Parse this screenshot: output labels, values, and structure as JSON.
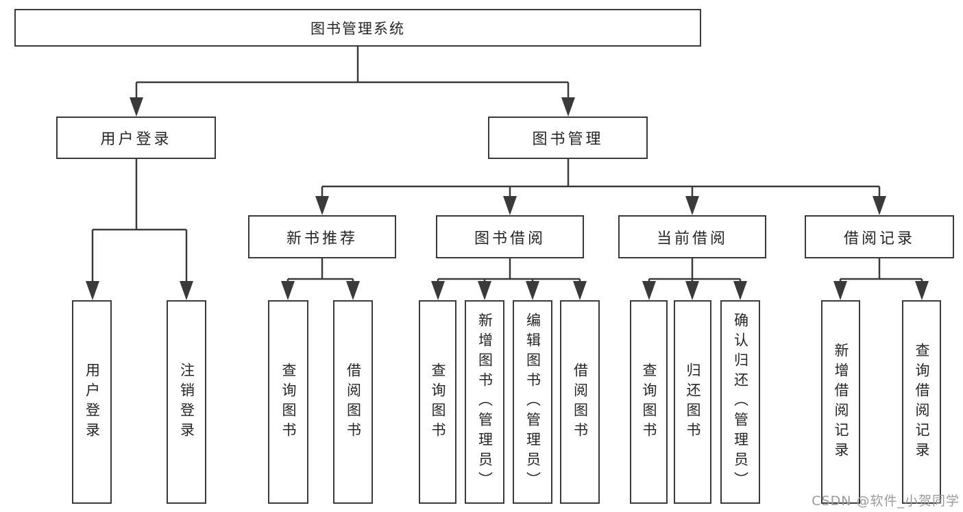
{
  "colors": {
    "line": "#3a3a3a",
    "box_border": "#3a3a3a",
    "text": "#262626",
    "watermark": "#9a9a9a",
    "background": "#ffffff"
  },
  "watermark": {
    "text": "CSDN @软件_小贺同学"
  },
  "diagram": {
    "type": "hierarchy-tree",
    "root": {
      "label": "图书管理系统",
      "children": [
        {
          "label": "用户登录",
          "children": [
            {
              "label": "用户登录"
            },
            {
              "label": "注销登录"
            }
          ]
        },
        {
          "label": "图书管理",
          "children": [
            {
              "label": "新书推荐",
              "children": [
                {
                  "label": "查询图书"
                },
                {
                  "label": "借阅图书"
                }
              ]
            },
            {
              "label": "图书借阅",
              "children": [
                {
                  "label": "查询图书"
                },
                {
                  "label": "新增图书（管理员）"
                },
                {
                  "label": "编辑图书（管理员）"
                },
                {
                  "label": "借阅图书"
                }
              ]
            },
            {
              "label": "当前借阅",
              "children": [
                {
                  "label": "查询图书"
                },
                {
                  "label": "归还图书"
                },
                {
                  "label": "确认归还（管理员）"
                }
              ]
            },
            {
              "label": "借阅记录",
              "children": [
                {
                  "label": "新增借阅记录"
                },
                {
                  "label": "查询借阅记录"
                }
              ]
            }
          ]
        }
      ]
    }
  }
}
